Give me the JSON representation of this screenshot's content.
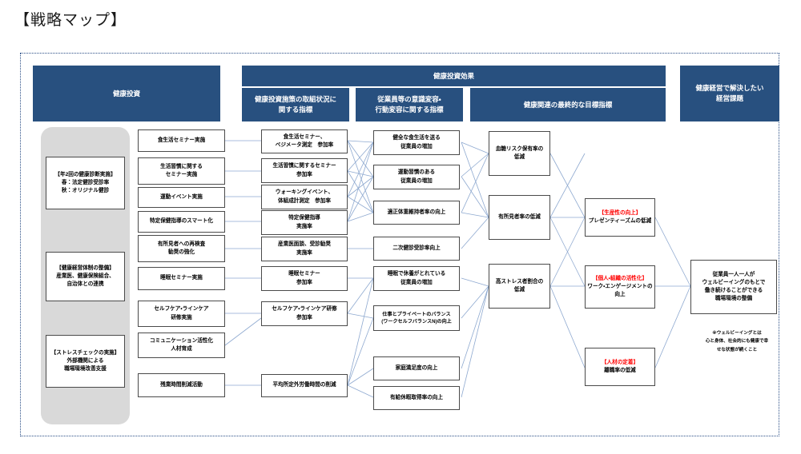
{
  "page_title": "【戦略マップ】",
  "colors": {
    "header_blue": "#28507f",
    "gray_block": "#d9d9d9",
    "accent_red": "#ff0000",
    "wire": "#8ea9d0",
    "frame": "#2a4e86"
  },
  "headers": {
    "investment": "健康投資",
    "effect_group": "健康投資効果",
    "effect_col1": "健康投資施策の取組状況に\n関する指標",
    "effect_col1_line1": "健康投資施策の取組状況に",
    "effect_col1_line2": "関する指標",
    "effect_col2_line1": "従業員等の意識変容・",
    "effect_col2_line2": "行動変容に関する指標",
    "effect_col3": "健康関連の最終的な目標指標",
    "issue_line1": "健康経営で解決したい",
    "issue_line2": "経営課題"
  },
  "foundation": [
    {
      "line1": "【年2回の健康診断実施】",
      "line2": "春：法定健診受診率",
      "line3": "秋：オリジナル健診"
    },
    {
      "line1": "【健康経営体制の整備】",
      "line2": "産業医、健康保険組合、",
      "line3": "自治体との連携"
    },
    {
      "line1": "【ストレスチェックの実施】",
      "line2": "外部機関による",
      "line3": "職場環境改善支援"
    }
  ],
  "measures": [
    {
      "line1": "食生活セミナー実施",
      "line2": ""
    },
    {
      "line1": "生活習慣に関する",
      "line2": "セミナー実施"
    },
    {
      "line1": "運動イベント実施",
      "line2": ""
    },
    {
      "line1": "特定保健指導のスマート化",
      "line2": ""
    },
    {
      "line1": "有所見者への再検査",
      "line2": "勧奨の強化"
    },
    {
      "line1": "睡眠セミナー実施",
      "line2": ""
    },
    {
      "line1": "セルフケア・ラインケア",
      "line2": "研修実施"
    },
    {
      "line1": "コミュニケーション活性化",
      "line2": "人材育成"
    },
    {
      "line1": "残業時間削減活動",
      "line2": ""
    }
  ],
  "status_indicators": [
    {
      "line1": "食生活セミナー、",
      "line2": "ベジメータ測定　参加率"
    },
    {
      "line1": "生活習慣に関するセミナー",
      "line2": "参加率"
    },
    {
      "line1": "ウォーキングイベント、",
      "line2": "体組成計測定　参加率"
    },
    {
      "line1": "特定保健指導",
      "line2": "実施率"
    },
    {
      "line1": "産業医面談、受診勧奨",
      "line2": "実施率"
    },
    {
      "line1": "睡眠セミナー",
      "line2": "参加率"
    },
    {
      "line1": "セルフケア・ラインケア研修",
      "line2": "参加率"
    },
    {
      "line1": "平均所定外労働時間の削減",
      "line2": ""
    }
  ],
  "behavior_indicators": [
    {
      "line1": "健全な食生活を送る",
      "line2": "従業員の増加"
    },
    {
      "line1": "運動習慣のある",
      "line2": "従業員の増加"
    },
    {
      "line1": "適正体重維持者率の向上",
      "line2": ""
    },
    {
      "line1": "二次健診受診率向上",
      "line2": ""
    },
    {
      "line1": "睡眠で休養がとれている",
      "line2": "従業員の増加"
    },
    {
      "line1": "仕事とプライベートのバランス",
      "line2": "(ワークセルフバランスN)の向上"
    },
    {
      "line1": "家庭満足度の向上",
      "line2": ""
    },
    {
      "line1": "有給休暇取得率の向上",
      "line2": ""
    }
  ],
  "final_goals": [
    {
      "line1": "血糖リスク保有率の",
      "line2": "低減"
    },
    {
      "line1": "有所見者率の低減",
      "line2": ""
    },
    {
      "line1": "高ストレス者割合の",
      "line2": "低減"
    }
  ],
  "business_outcomes": [
    {
      "heading": "【生産性の向上】",
      "line1": "プレゼンティーズムの低減",
      "line2": ""
    },
    {
      "heading": "【個人・組織の活性化】",
      "line1": "ワーク・エンゲージメントの",
      "line2": "向上"
    },
    {
      "heading": "【人材の定着】",
      "line1": "離職率の低減",
      "line2": ""
    }
  ],
  "management_issue": {
    "line1": "従業員一人一人が",
    "line2": "ウェルビーイングのもとで",
    "line3": "働き続けることができる",
    "line4": "職場環境の整備",
    "note1": "※ウェルビーイングとは",
    "note2": "心と身体、社会的にも健康で幸",
    "note3": "せな状態が続くこと"
  }
}
